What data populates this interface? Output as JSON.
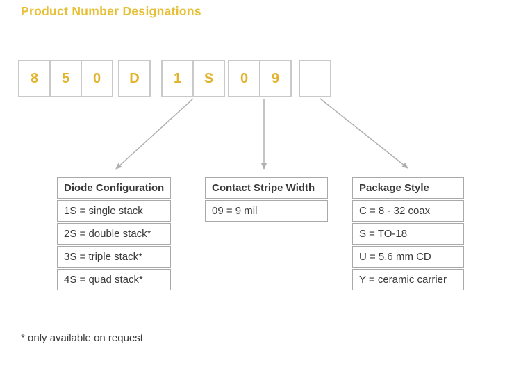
{
  "title": "Product Number Designations",
  "colors": {
    "title_gold": "#e6bf35",
    "code_char_gold": "#e2b32c",
    "code_box_border": "#c9c9c9",
    "table_border": "#a9a9a9",
    "arrow_gray": "#b0b0b0",
    "text_dark": "#3a3a3a"
  },
  "product_code": {
    "groups": [
      {
        "name": "model-prefix",
        "chars": [
          "8",
          "5",
          "0"
        ]
      },
      {
        "name": "series-letter",
        "chars": [
          "D"
        ]
      },
      {
        "name": "diode-configuration-code",
        "chars": [
          "1",
          "S"
        ]
      },
      {
        "name": "contact-stripe-width-code",
        "chars": [
          "0",
          "9"
        ]
      },
      {
        "name": "package-style-code",
        "chars": [
          ""
        ]
      }
    ]
  },
  "tables": [
    {
      "header": "Diode Configuration",
      "rows": [
        "1S = single stack",
        "2S = double stack*",
        "3S = triple stack*",
        "4S = quad stack*"
      ]
    },
    {
      "header": "Contact Stripe Width",
      "rows": [
        "09 = 9 mil"
      ]
    },
    {
      "header": "Package Style",
      "rows": [
        "C = 8 - 32 coax",
        "S = TO-18",
        "U = 5.6 mm CD",
        "Y = ceramic carrier"
      ]
    }
  ],
  "footnote": "* only available on request"
}
